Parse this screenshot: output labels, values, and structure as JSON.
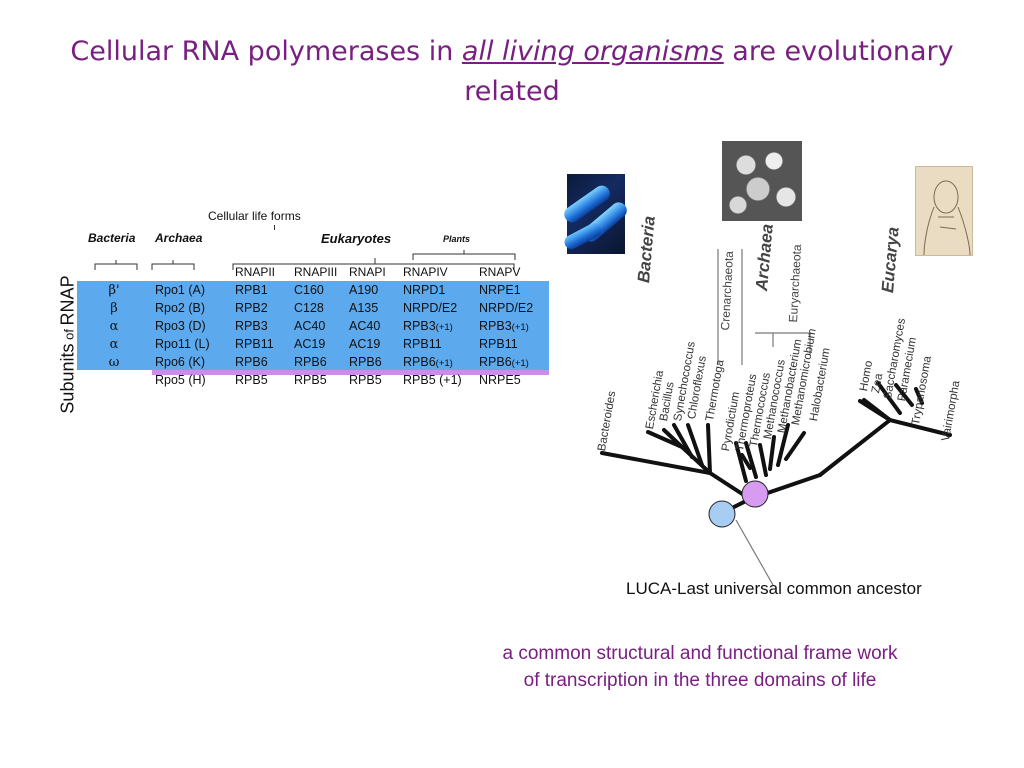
{
  "title": {
    "before": "Cellular RNA polymerases in ",
    "emph": "all living organisms",
    "after": " are evolutionary related"
  },
  "y_axis_label": {
    "a": "Subunits",
    "b": " of ",
    "c": "RNAP"
  },
  "table": {
    "top_label": "Cellular life forms",
    "group_headers": {
      "bacteria": "Bacteria",
      "archaea": "Archaea",
      "eukaryotes": "Eukaryotes",
      "plants": "Plants"
    },
    "columns": [
      "RNAPII",
      "RNAPIII",
      "RNAPI",
      "RNAPIV",
      "RNAPV"
    ],
    "rows": [
      {
        "bacteria": "β'",
        "archaea": "Rpo1 (A)",
        "cells": [
          "RPB1",
          "C160",
          "A190",
          "NRPD1",
          "NRPE1"
        ]
      },
      {
        "bacteria": "β",
        "archaea": "Rpo2 (B)",
        "cells": [
          "RPB2",
          "C128",
          "A135",
          "NRPD/E2",
          "NRPD/E2"
        ]
      },
      {
        "bacteria": "α",
        "archaea": "Rpo3 (D)",
        "cells": [
          "RPB3",
          "AC40",
          "AC40",
          "RPB3",
          "RPB3"
        ],
        "suffix": "(+1)"
      },
      {
        "bacteria": "α",
        "archaea": "Rpo11 (L)",
        "cells": [
          "RPB11",
          "AC19",
          "AC19",
          "RPB11",
          "RPB11"
        ]
      },
      {
        "bacteria": "ω",
        "archaea": "Rpo6 (K)",
        "cells": [
          "RPB6",
          "RPB6",
          "RPB6",
          "RPB6",
          "RPB6"
        ],
        "suffix": "(+1)"
      }
    ],
    "clipped_row": [
      "Rpo5 (H)",
      "RPB5",
      "RPB5",
      "RPB5",
      "RPB5 (+1)",
      "NRPE5"
    ]
  },
  "tree": {
    "domains": [
      "Bacteria",
      "Archaea",
      "Eucarya"
    ],
    "archaea_subgroups": [
      "Crenarchaeota",
      "Euryarchaeota"
    ],
    "bacteria_taxa": [
      "Bacteroides",
      "Escherichia",
      "Bacillus",
      "Synechococcus",
      "Chloroflexus",
      "Thermotoga"
    ],
    "archaea_taxa": [
      "Pyrodictium",
      "Thermoproteus",
      "Thermococcus",
      "Methanococcus",
      "Methanobacterium",
      "Methanomicrobium",
      "Halobacterium"
    ],
    "eucarya_taxa": [
      "Homo",
      "Zea",
      "Saccharomyces",
      "Paramecium",
      "Trypanosoma",
      "Vairimorpha"
    ]
  },
  "images": [
    "bacteria-photo",
    "archaea-micrograph",
    "human-anatomy-sketch"
  ],
  "luca_label": "LUCA-Last universal common ancestor",
  "note": {
    "line1": "a common structural and functional frame work",
    "line2": "of transcription in the three domains of life"
  },
  "colors": {
    "title": "#7a1f82",
    "table_blue": "#5da9ee",
    "table_purple": "#c98ee6",
    "luca_blue": "#a8cdf2",
    "luca_purple": "#d79cf2"
  }
}
